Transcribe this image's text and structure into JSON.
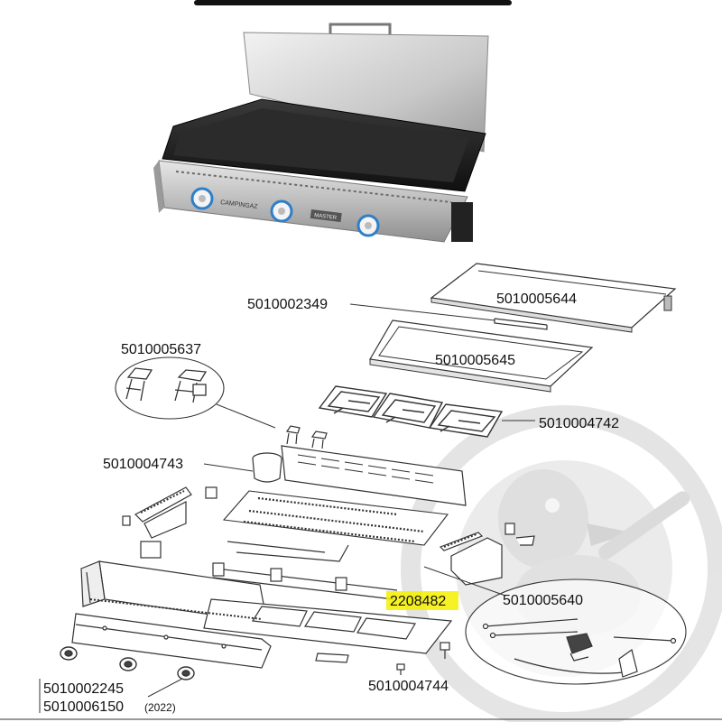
{
  "parts": {
    "lid": "5010005644",
    "handle": "5010002349",
    "plate": "5010005645",
    "brackets": "5010005637",
    "burners": "5010004742",
    "cup_housing": "5010004743",
    "ignition": "5010005640",
    "highlighted": "2208482",
    "screw": "5010004744",
    "knob_a": "5010002245",
    "knob_b": "5010006150",
    "knob_b_note": "(2022)"
  },
  "product": {
    "brand_mark": "CAMPINGAZ",
    "badge": "MASTER"
  },
  "colors": {
    "highlight": "#f5f000",
    "line": "#333333",
    "watermark": "#d9d9d9",
    "steel": "#c8c8c8",
    "plate": "#1e1e1e",
    "knob_ring": "#2f7fc8"
  }
}
